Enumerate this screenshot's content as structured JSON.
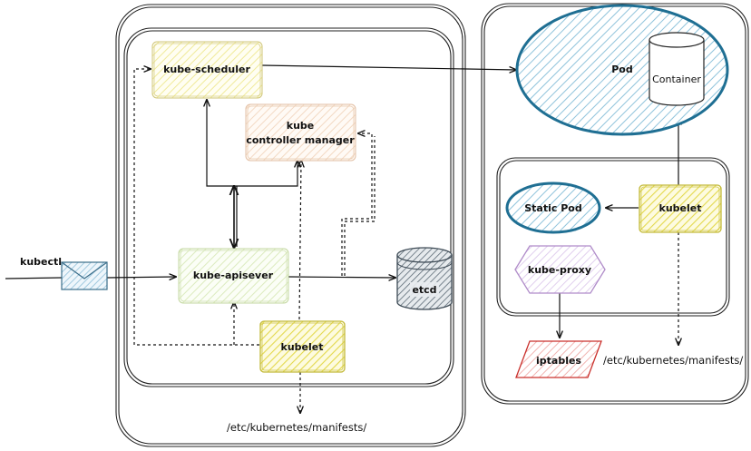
{
  "labels": {
    "kube_scheduler": "kube-scheduler",
    "kube_controller_manager_line1": "kube",
    "kube_controller_manager_line2": "controller manager",
    "kube_apiserver": "kube-apisever",
    "kubelet_master": "kubelet",
    "etcd": "etcd",
    "kubectl": "kubectl",
    "manifests_master": "/etc/kubernetes/manifests/",
    "pod": "Pod",
    "container": "Container",
    "static_pod": "Static Pod",
    "kubelet_worker": "kubelet",
    "kube_proxy": "kube-proxy",
    "iptables": "iptables",
    "manifests_worker": "/etc/kubernetes/manifests/"
  },
  "colors": {
    "scheduler": "#f7f4c8",
    "controller": "#f8e4d2",
    "apiserver": "#e7f2cf",
    "kubelet": "#ece35a",
    "etcd": "#6f7f8c",
    "envelope": "#9cc7df",
    "pod": "#1f6f93",
    "static_pod": "#1f6f93",
    "kube_proxy": "#c9a8dc",
    "iptables": "#d9534f"
  }
}
